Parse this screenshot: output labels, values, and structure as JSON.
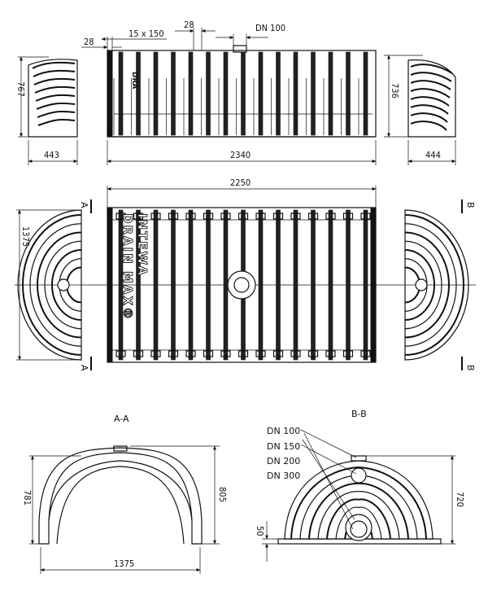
{
  "top_dims": {
    "d_28_left": "28",
    "d_15x150": "15 x 150",
    "d_28_mid": "28",
    "d_dn100": "DN 100",
    "d_767": "767",
    "d_443": "443",
    "d_2340": "2340",
    "d_736": "736",
    "d_444": "444"
  },
  "mid_dims": {
    "d_2250": "2250",
    "d_1375": "1375",
    "sec_a": "A",
    "sec_b": "B",
    "brand_1": "INTEWA",
    "brand_2": "DRAIN MAX®"
  },
  "section_aa": {
    "title": "A-A",
    "d_781": "781",
    "d_805": "805",
    "d_1375": "1375"
  },
  "section_bb": {
    "title": "B-B",
    "pipe_labels": [
      "DN 100",
      "DN 150",
      "DN 200",
      "DN 300"
    ],
    "d_720": "720",
    "d_50": "50"
  }
}
